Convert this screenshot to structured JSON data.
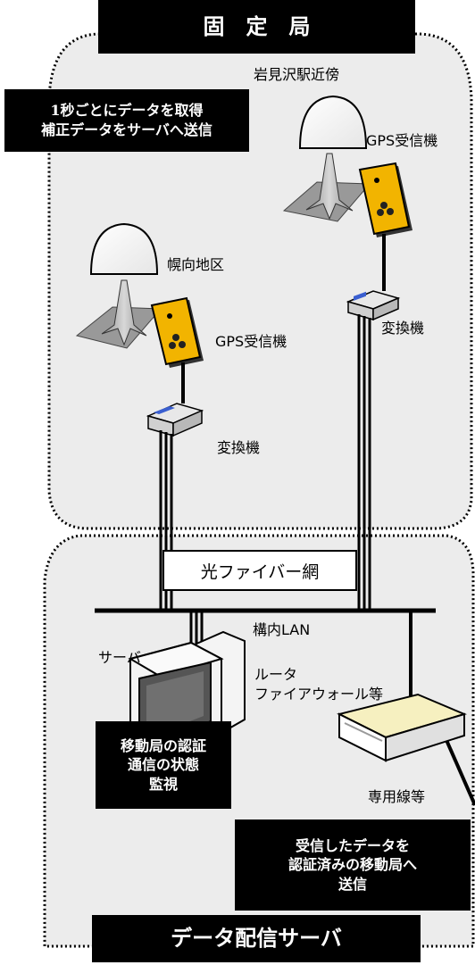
{
  "titles": {
    "fixed_station": "固　定　局",
    "server": "データ配信サーバ"
  },
  "sites": {
    "site_a": "岩見沢駅近傍",
    "site_b": "幌向地区"
  },
  "devices": {
    "gps_receiver_1": "GPS受信機",
    "gps_receiver_2": "GPS受信機",
    "converter_1": "変換機",
    "converter_2": "変換機",
    "fiber_network": "光ファイバー網",
    "lan": "構内LAN",
    "server": "サーバ",
    "router_line1": "ルータ",
    "router_line2": "ファイアウォール等",
    "dedicated_line": "専用線等"
  },
  "notes": {
    "fixed_note": [
      "1秒ごとにデータを取得",
      "補正データをサーバへ送信"
    ],
    "server_note": [
      "移動局の認証",
      "通信の状態",
      "監視"
    ],
    "send_note": [
      "受信したデータを",
      "認証済みの移動局へ",
      "送信"
    ]
  },
  "colors": {
    "region_fill": "#ececec",
    "receiver": "#f2b400",
    "converter_screen": "#3a5fd0",
    "monitor_screen": "#707070",
    "router_top": "#f6f0c0"
  }
}
